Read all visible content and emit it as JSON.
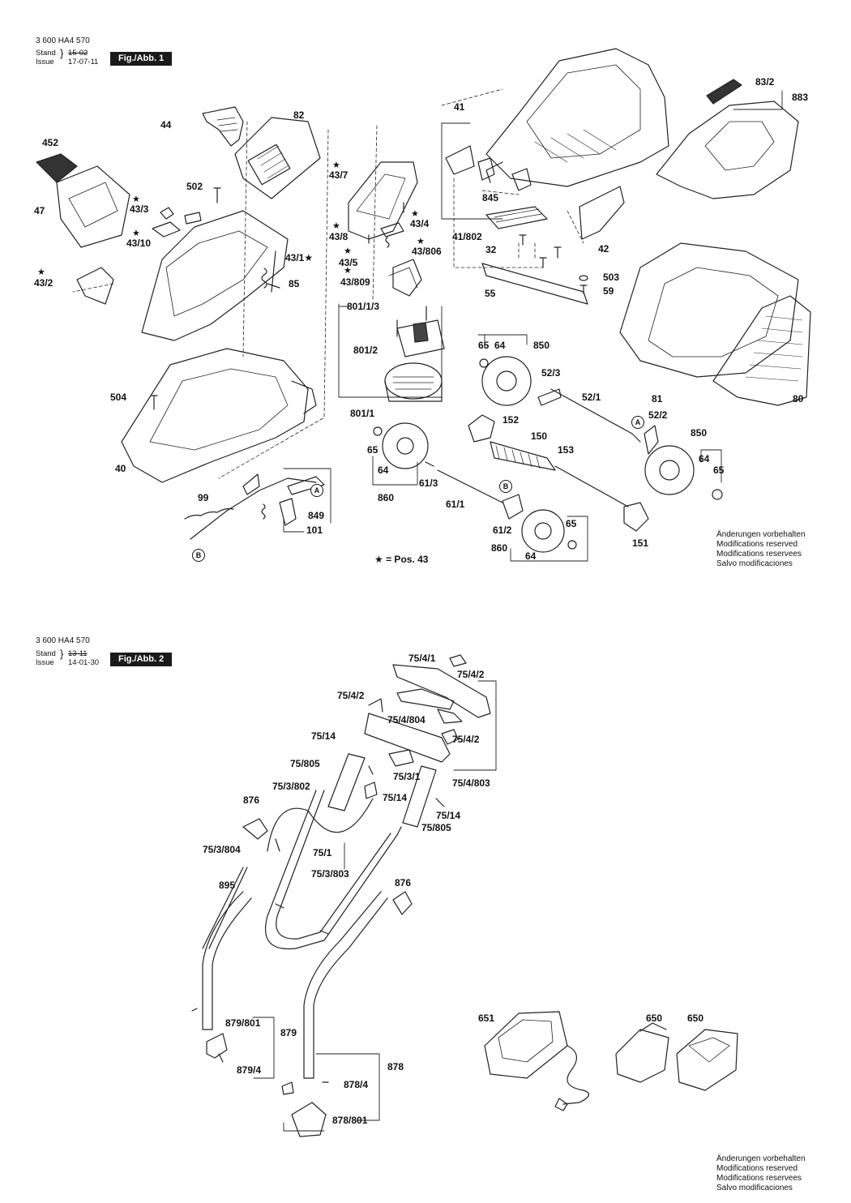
{
  "fig1": {
    "doc_number": "3 600 HA4 570",
    "stand_label": "Stand",
    "stand_value": "15-02",
    "issue_label": "Issue",
    "issue_value": "17-07-11",
    "fig_tag": "Fig./Abb. 1",
    "pos_note": "★ = Pos. 43",
    "disclaimer": [
      "Änderungen vorbehalten",
      "Modifications reserved",
      "Modifications reservees",
      "Salvo modificaciones"
    ],
    "labels": {
      "l44": "44",
      "l82": "82",
      "l452": "452",
      "l47": "47",
      "l502": "502",
      "l43_3": "43/3",
      "l43_10": "43/10",
      "l43_1": "43/1★",
      "l85": "85",
      "l43_2": "43/2",
      "l504": "504",
      "l40": "40",
      "l43_7": "43/7",
      "l43_4": "43/4",
      "l43_8": "43/8",
      "l43_5": "43/5",
      "l43_806": "43/806",
      "l43_809": "43/809",
      "l801_1_3": "801/1/3",
      "l801_2": "801/2",
      "l801_1": "801/1",
      "l41": "41",
      "l845": "845",
      "l41_802": "41/802",
      "l42": "42",
      "l32": "32",
      "l55": "55",
      "l503": "503",
      "l59": "59",
      "l83_2": "83/2",
      "l883": "883",
      "l850a": "850",
      "l65a": "65",
      "l64a": "64",
      "l52_3": "52/3",
      "l52_1": "52/1",
      "l52_2": "52/2",
      "l81": "81",
      "l80": "80",
      "l152": "152",
      "l150": "150",
      "l153": "153",
      "l850b": "850",
      "l64b": "64",
      "l65b": "65",
      "l65c": "65",
      "l64c": "64",
      "l860a": "860",
      "l61_3": "61/3",
      "l61_1": "61/1",
      "l61_2": "61/2",
      "l65d": "65",
      "l860b": "860",
      "l64d": "64",
      "l151": "151",
      "l99": "99",
      "l849": "849",
      "l101": "101"
    },
    "callouts": {
      "A1": "A",
      "A2": "A",
      "B1": "B",
      "B2": "B"
    }
  },
  "fig2": {
    "doc_number": "3 600 HA4 570",
    "stand_label": "Stand",
    "stand_value": "13-11",
    "issue_label": "Issue",
    "issue_value": "14-01-30",
    "fig_tag": "Fig./Abb. 2",
    "disclaimer": [
      "Änderungen vorbehalten",
      "Modifications reserved",
      "Modifications reservees",
      "Salvo modificaciones"
    ],
    "labels": {
      "l75_4_1": "75/4/1",
      "l75_4_2a": "75/4/2",
      "l75_4_2b": "75/4/2",
      "l75_4_804": "75/4/804",
      "l75_4_2c": "75/4/2",
      "l75_14a": "75/14",
      "l75_805a": "75/805",
      "l75_3_1": "75/3/1",
      "l75_4_803": "75/4/803",
      "l75_3_802": "75/3/802",
      "l75_14b": "75/14",
      "l75_14c": "75/14",
      "l75_805b": "75/805",
      "l876a": "876",
      "l75_3_804": "75/3/804",
      "l75_1": "75/1",
      "l75_3_803": "75/3/803",
      "l895": "895",
      "l876b": "876",
      "l879_801": "879/801",
      "l879": "879",
      "l879_4": "879/4",
      "l878": "878",
      "l878_4": "878/4",
      "l878_801": "878/801",
      "l651": "651",
      "l650a": "650",
      "l650b": "650"
    }
  }
}
